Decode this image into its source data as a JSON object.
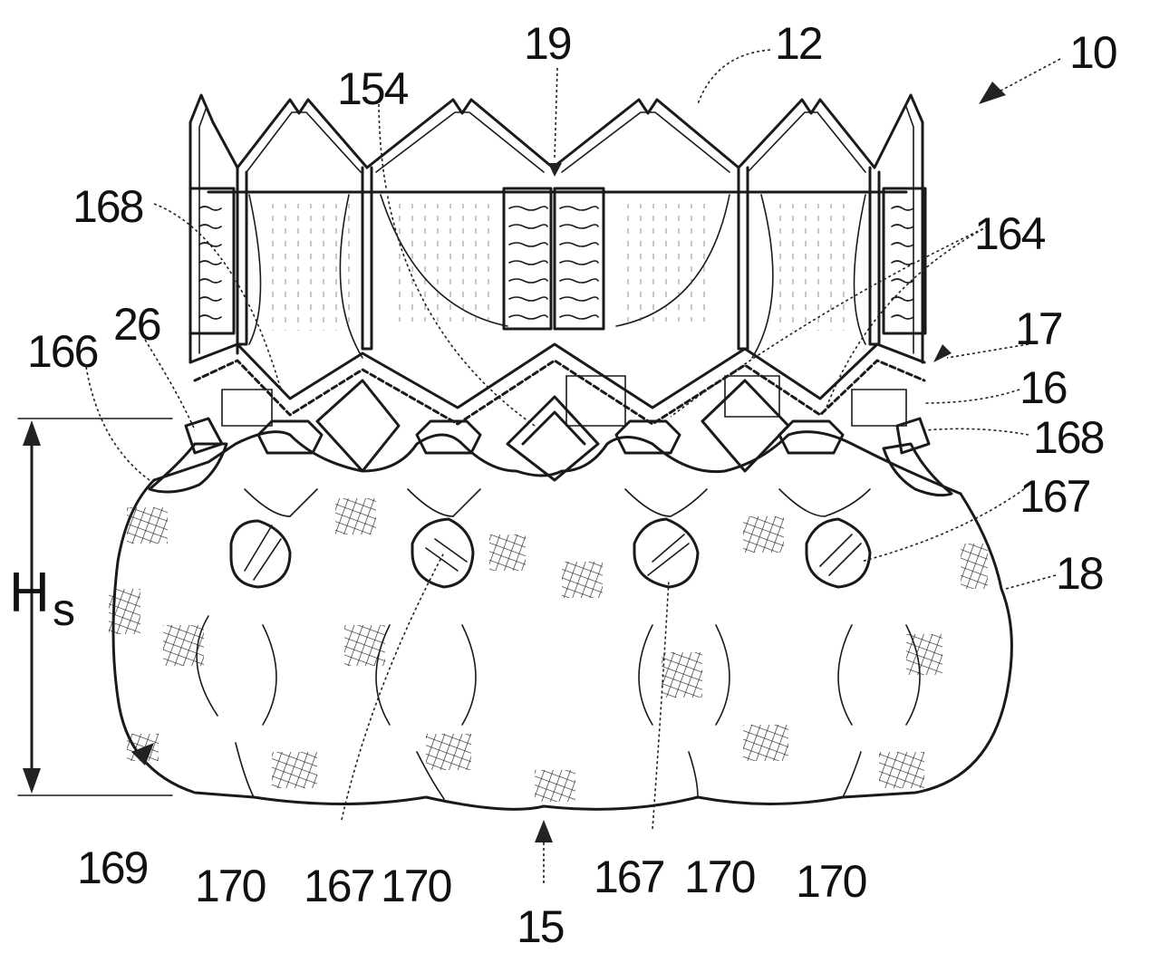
{
  "figure": {
    "labels": {
      "ref_10": "10",
      "ref_12": "12",
      "ref_19": "19",
      "ref_154": "154",
      "ref_168_left": "168",
      "ref_164": "164",
      "ref_26": "26",
      "ref_166": "166",
      "ref_17": "17",
      "ref_16": "16",
      "ref_168_right": "168",
      "ref_167_right": "167",
      "ref_18": "18",
      "ref_hs_main": "H",
      "ref_hs_sub": "s",
      "ref_169": "169",
      "ref_170_a": "170",
      "ref_167_a": "167",
      "ref_170_b": "170",
      "ref_15": "15",
      "ref_167_b": "167",
      "ref_170_c": "170",
      "ref_170_d": "170"
    }
  }
}
